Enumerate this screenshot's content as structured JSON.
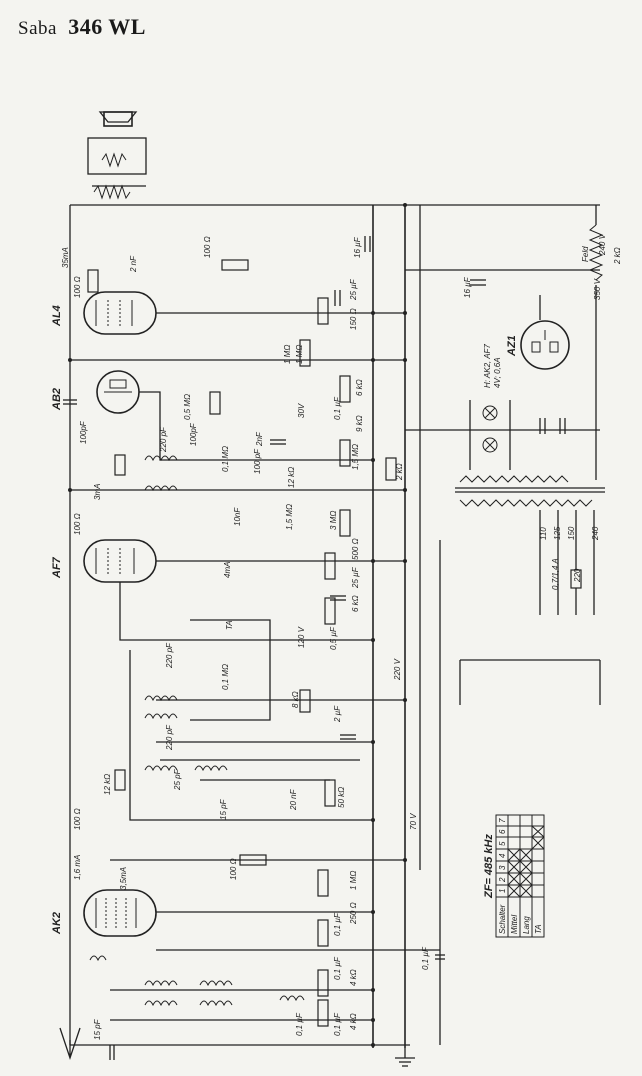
{
  "header": {
    "maker": "Saba",
    "model": "346 WL"
  },
  "tubes": [
    {
      "id": "al4",
      "label": "AL4"
    },
    {
      "id": "ab2",
      "label": "AB2"
    },
    {
      "id": "af7",
      "label": "AF7"
    },
    {
      "id": "ak2",
      "label": "AK2"
    },
    {
      "id": "az1",
      "label": "AZ1"
    }
  ],
  "components": {
    "c_35ma": "35mA",
    "r_100_al4": "100 Ω",
    "r_100": "100 Ω",
    "c_2nf": "2 nF",
    "c_16uf_top": "16 µF",
    "c_16uf_mid": "16 µF",
    "c_25uf_al4": "25 µF",
    "r_150": "150 Ω",
    "r_1m_a": "1 MΩ",
    "r_1m_b": "1 MΩ",
    "r_6k": "6 kΩ",
    "c_01uf_a": "0,1 µF",
    "r_9k": "9 kΩ",
    "r_15m": "1,5 MΩ",
    "r_12k": "12 kΩ",
    "r_3m": "3 MΩ",
    "r_2k_pot": "2 kΩ",
    "c_100pf_ab2": "100pF",
    "c_220pf_ab2": "220 pF",
    "r_05m": "0,5 MΩ",
    "c_100pf_b": "100pF",
    "r_01m": "0,1 MΩ",
    "c_2nf_b": "2nF",
    "c_100pf_c": "100 pF",
    "v_30": "30V",
    "c_10nf": "10nF",
    "r_15m_b": "1,5 MΩ",
    "i_3ma": "3mA",
    "r_100_af7": "100 Ω",
    "i_4ma": "4mA",
    "r_500": "500 Ω",
    "c_25uf_af7": "25 µF",
    "r_6k_b": "6 kΩ",
    "c_05uf": "0,5 µF",
    "v_120": "120 V",
    "v_220": "220 V",
    "r_8k": "8 kΩ",
    "c_2uf": "2 µF",
    "c_220pf_b": "220 pF",
    "r_01m_b": "0,1 MΩ",
    "c_220pf_c": "220 pF",
    "sw_ta": "TA",
    "r_12k_b": "12 kΩ",
    "c_25pf": "25 pF",
    "c_15pf": "15 pF",
    "c_20nf": "20 nF",
    "r_50k": "50 kΩ",
    "r_100_ak2": "100 Ω",
    "v_70": "70 V",
    "i_16ma": "1,6 mA",
    "i_35ma_ak2": "3,5mA",
    "r_100_b": "100 Ω",
    "r_1m_c": "1 MΩ",
    "c_01uf_b": "0,1 µF",
    "r_250": "250 Ω",
    "c_01uf_c": "0,1 µF",
    "c_01uf_d": "0,1 µF",
    "c_01uf_e": "0,1 µF",
    "r_4k_a": "4 kΩ",
    "r_4k_b": "4 kΩ",
    "c_15pf_ant": "15 pF",
    "c_01uf_f": "0,1 µF",
    "feld": "Feld",
    "v_240": "240 V",
    "v_350": "350 V",
    "r_2k": "2 kΩ",
    "lamp_note": "H: AK2, AF7",
    "lamp_note2": "4V; 0,6A",
    "mains_110": "110",
    "mains_125": "125",
    "mains_150": "150",
    "mains_220": "220",
    "mains_240": "240",
    "fuse": "0,7/1,4 A",
    "zf": "ZF= 485 kHz"
  },
  "switch_table": {
    "header": [
      "Schalter",
      "1",
      "2",
      "3",
      "4",
      "5",
      "6",
      "7"
    ],
    "rows": [
      {
        "name": "Mittel",
        "marks": [
          1,
          1,
          1,
          1,
          0,
          0
        ]
      },
      {
        "name": "Lang",
        "marks": [
          1,
          1,
          1,
          1,
          0,
          0
        ]
      },
      {
        "name": "TA",
        "marks": [
          0,
          0,
          0,
          0,
          1,
          1
        ]
      }
    ]
  }
}
